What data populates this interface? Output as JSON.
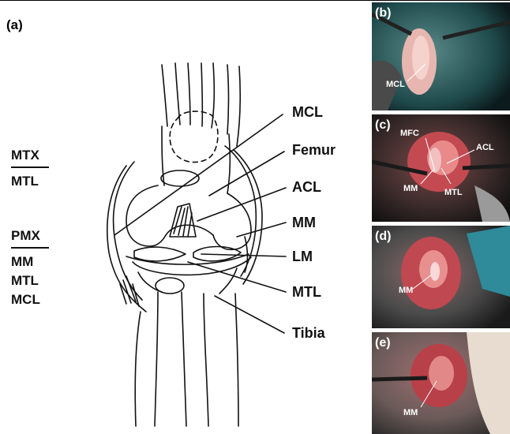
{
  "figure": {
    "panel_a_label": "(a)",
    "panel_b_label": "(b)",
    "panel_c_label": "(c)",
    "panel_d_label": "(d)",
    "panel_e_label": "(e)"
  },
  "procedures": {
    "mtx": {
      "name": "MTX",
      "items": [
        "MTL"
      ]
    },
    "pmx": {
      "name": "PMX",
      "items": [
        "MM",
        "MTL",
        "MCL"
      ]
    }
  },
  "diagram_labels": [
    "MCL",
    "Femur",
    "ACL",
    "MM",
    "LM",
    "MTL",
    "Tibia"
  ],
  "photo_labels": {
    "b": [
      "MCL"
    ],
    "c": [
      "MFC",
      "ACL",
      "MM",
      "MTL"
    ],
    "d": [
      "MM"
    ],
    "e": [
      "MM"
    ]
  }
}
